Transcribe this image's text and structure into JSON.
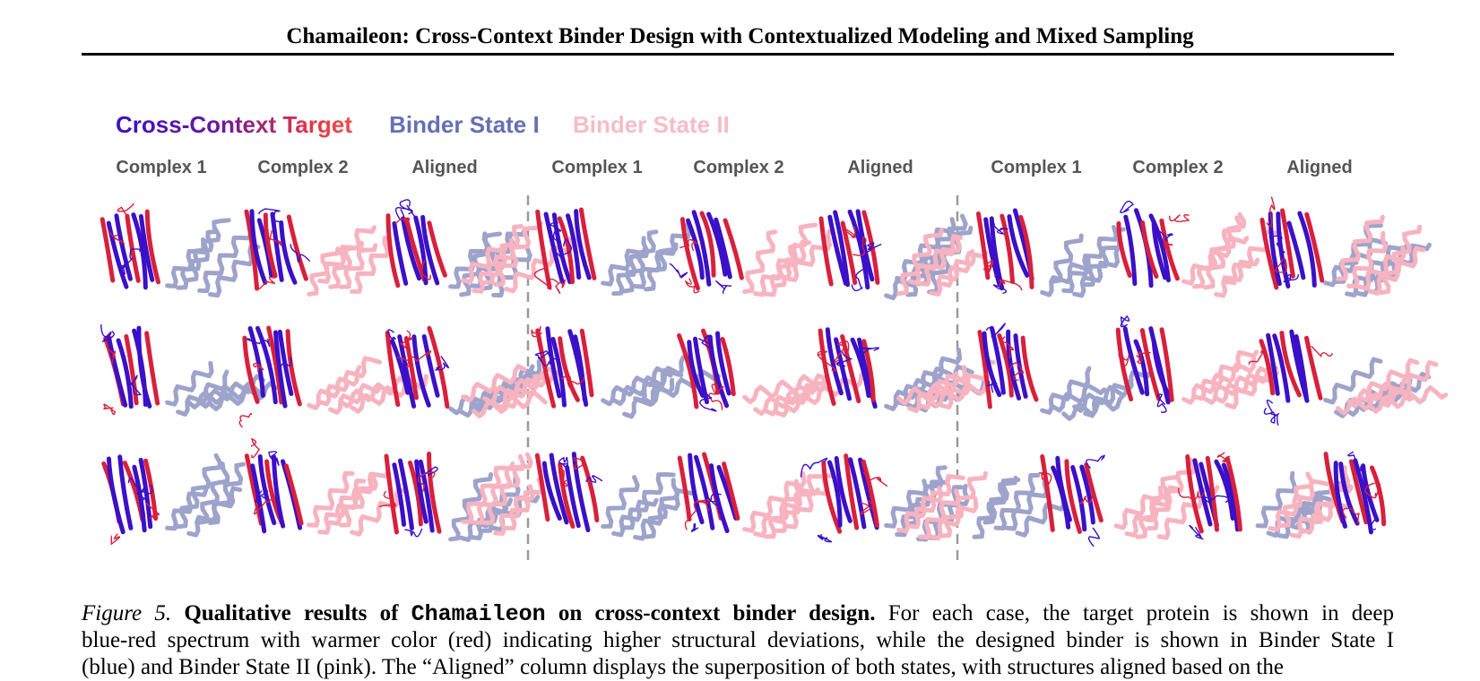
{
  "header": {
    "running_title": "Chamaileon: Cross-Context Binder Design with Contextualized Modeling and Mixed Sampling"
  },
  "legend": {
    "target": "Cross-Context Target",
    "state1": "Binder State I",
    "state2": "Binder State II"
  },
  "columns": [
    "Complex 1",
    "Complex 2",
    "Aligned",
    "Complex 1",
    "Complex 2",
    "Aligned",
    "Complex 1",
    "Complex 2",
    "Aligned"
  ],
  "colors": {
    "target_deep": "#3b10c8",
    "target_warm": "#d8203c",
    "state1": "#9ea3cc",
    "state2": "#f7b3bf",
    "divider": "#999999"
  },
  "caption": {
    "figure_label": "Figure 5.",
    "bold_prefix": "Qualitative results of",
    "method": "Chamaileon",
    "bold_suffix": "on cross-context binder design.",
    "text1": "For each case, the target protein is shown in deep",
    "text2": "blue-red spectrum with warmer color (red) indicating higher structural deviations, while the designed binder is shown in",
    "state1": "Binder State I",
    "text3a": "(blue) and",
    "state2": "Binder State II",
    "text3b": "(pink). The “Aligned” column displays the superposition of both states, with structures aligned based on the"
  }
}
